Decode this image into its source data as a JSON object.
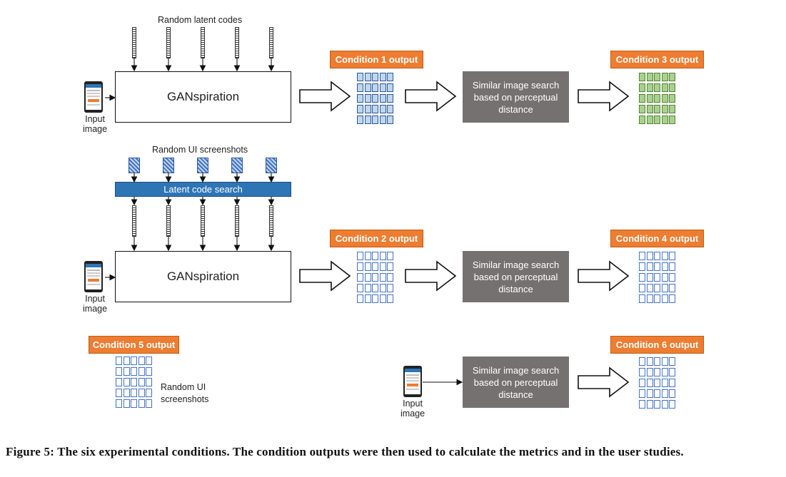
{
  "top_section": {
    "random_latent_codes_label": "Random latent codes",
    "gan_label": "GANspiration",
    "input_image_label": [
      "Input",
      "image"
    ],
    "condition_1": "Condition 1 output",
    "condition_3": "Condition 3 output",
    "search_label": [
      "Similar image search",
      "based on perceptual",
      "distance"
    ]
  },
  "middle_section": {
    "random_ui_label": "Random UI screenshots",
    "latent_search_label": "Latent code search",
    "gan_label": "GANspiration",
    "input_image_label": [
      "Input",
      "image"
    ],
    "condition_2": "Condition 2 output",
    "condition_4": "Condition 4 output",
    "search_label": [
      "Similar image search",
      "based on perceptual",
      "distance"
    ]
  },
  "bottom_section": {
    "condition_5": "Condition 5 output",
    "random_ui_label": [
      "Random UI",
      "screenshots"
    ],
    "input_image_label": [
      "Input",
      "image"
    ],
    "search_label": [
      "Similar image search",
      "based on perceptual",
      "distance"
    ],
    "condition_6": "Condition 6 output"
  },
  "caption": {
    "text": "Figure 5: The six experimental conditions. The condition outputs were then used to calculate the metrics and in the user studies."
  },
  "colors": {
    "condition_orange": "#ed7d31",
    "search_gray": "#767171",
    "latent_bar_blue": "#2e75b6",
    "grid_blue": "#4472c4",
    "grid_green": "#a9d18e"
  }
}
